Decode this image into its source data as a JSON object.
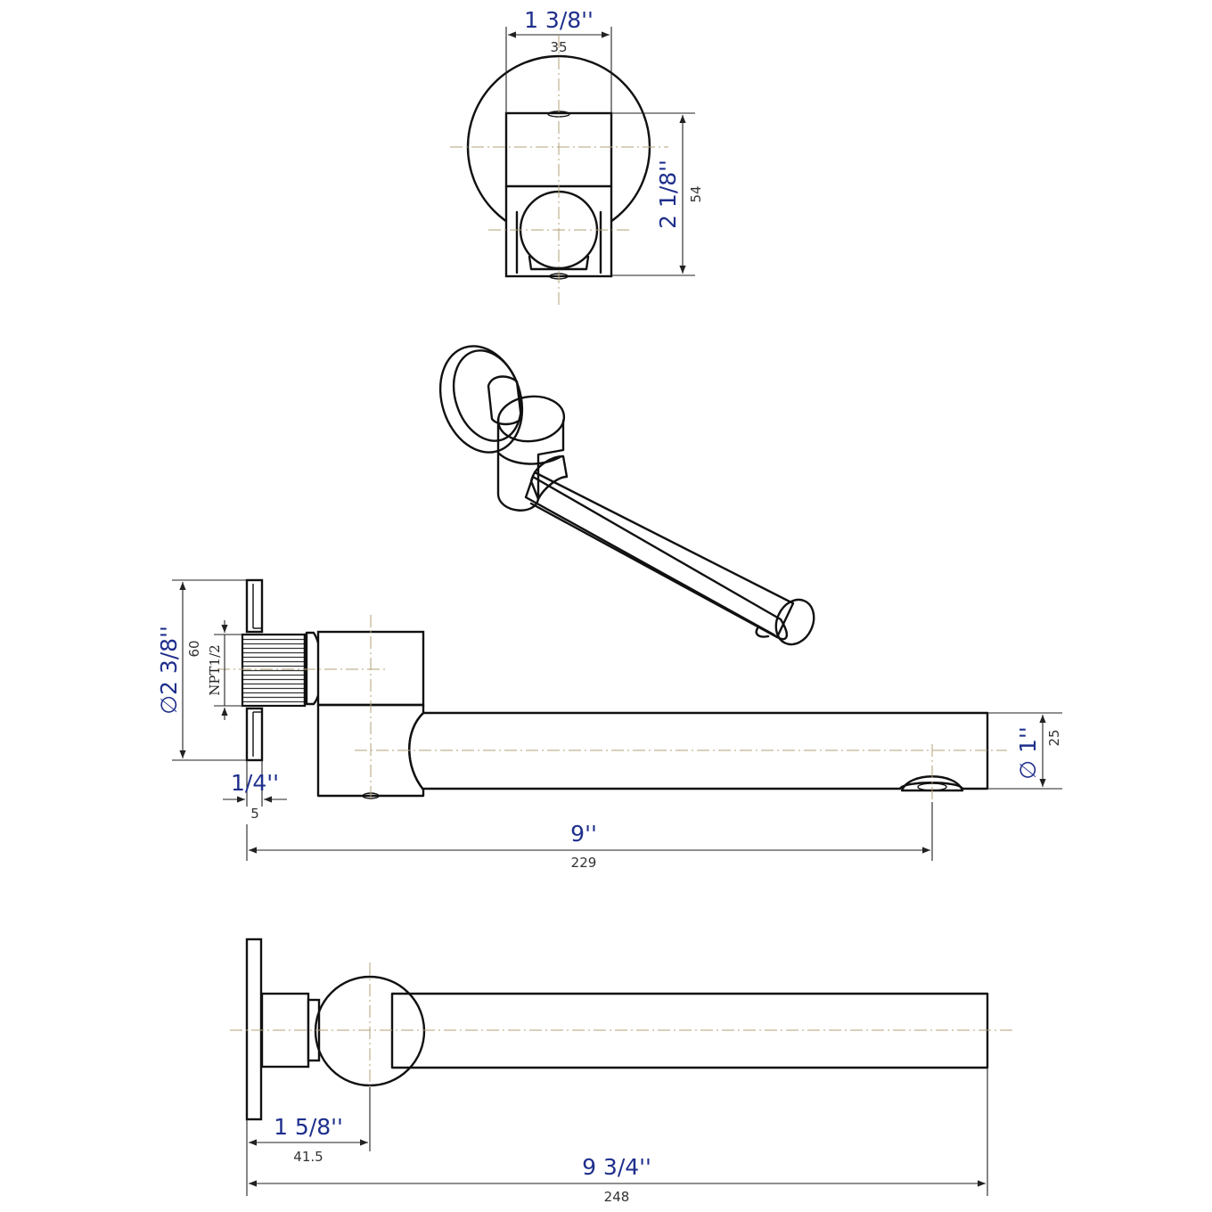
{
  "colors": {
    "line": "#111111",
    "dimension_text": "#1f2f8c",
    "metric_text": "#333333",
    "centerline": "#b3a27a"
  },
  "dimensions": {
    "front_width_in": "1 3/8''",
    "front_width_mm": "35",
    "front_height_in": "2 1/8''",
    "front_height_mm": "54",
    "flange_dia_in": "∅2 3/8''",
    "flange_dia_mm": "60",
    "thread_label": "NPT1/2",
    "flange_thick_in": "1/4''",
    "flange_thick_mm": "5",
    "spout_dia_in": "∅ 1''",
    "spout_dia_mm": "25",
    "reach_in": "9''",
    "reach_mm": "229",
    "pivot_in": "1 5/8''",
    "pivot_mm": "41.5",
    "overall_in": "9 3/4''",
    "overall_mm": "248"
  }
}
